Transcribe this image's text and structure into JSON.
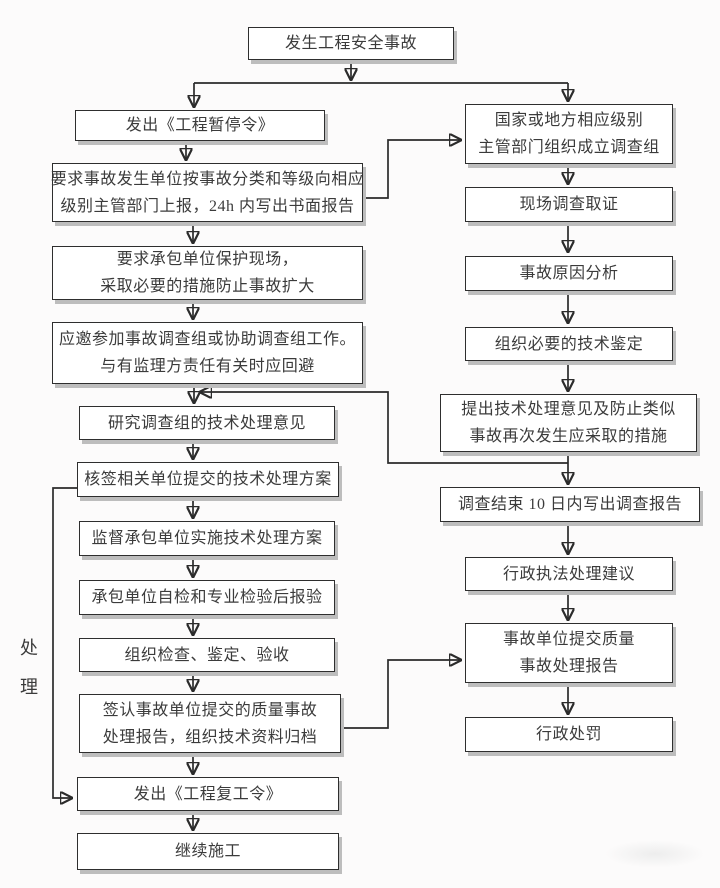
{
  "flow": {
    "start": {
      "lines": [
        "发生工程安全事故"
      ]
    },
    "left": [
      {
        "lines": [
          "发出《工程暂停令》"
        ]
      },
      {
        "lines": [
          "要求事故发生单位按事故分类和等级向相应",
          "级别主管部门上报，24h 内写出书面报告"
        ]
      },
      {
        "lines": [
          "要求承包单位保护现场，",
          "采取必要的措施防止事故扩大"
        ]
      },
      {
        "lines": [
          "应邀参加事故调查组或协助调查组工作。",
          "与有监理方责任有关时应回避"
        ]
      },
      {
        "lines": [
          "研究调查组的技术处理意见"
        ]
      },
      {
        "lines": [
          "核签相关单位提交的技术处理方案"
        ]
      },
      {
        "lines": [
          "监督承包单位实施技术处理方案"
        ]
      },
      {
        "lines": [
          "承包单位自检和专业检验后报验"
        ]
      },
      {
        "lines": [
          "组织检查、鉴定、验收"
        ]
      },
      {
        "lines": [
          "签认事故单位提交的质量事故",
          "处理报告，组织技术资料归档"
        ]
      },
      {
        "lines": [
          "发出《工程复工令》"
        ]
      },
      {
        "lines": [
          "继续施工"
        ]
      }
    ],
    "right": [
      {
        "lines": [
          "国家或地方相应级别",
          "主管部门组织成立调查组"
        ]
      },
      {
        "lines": [
          "现场调查取证"
        ]
      },
      {
        "lines": [
          "事故原因分析"
        ]
      },
      {
        "lines": [
          "组织必要的技术鉴定"
        ]
      },
      {
        "lines": [
          "提出技术处理意见及防止类似",
          "事故再次发生应采取的措施"
        ]
      },
      {
        "lines": [
          "调查结束 10 日内写出调查报告"
        ]
      },
      {
        "lines": [
          "行政执法处理建议"
        ]
      },
      {
        "lines": [
          "事故单位提交质量",
          "事故处理报告"
        ]
      },
      {
        "lines": [
          "行政处罚"
        ]
      }
    ],
    "side_label": {
      "char_top": "处",
      "char_bottom": "理"
    },
    "colors": {
      "line": "#2b2b2b",
      "box_border": "#2e2e2e",
      "box_shadow": "#bdbdbd",
      "background": "#fcfbfb",
      "text": "#3b3b3b"
    }
  }
}
